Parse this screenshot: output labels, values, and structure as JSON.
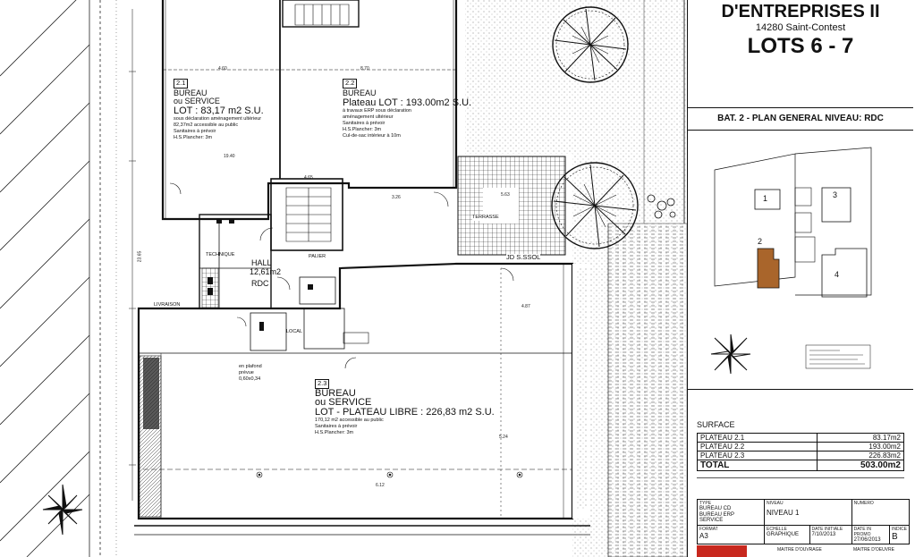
{
  "title_block": {
    "title_line1": "D'ENTREPRISES II",
    "title_line2": "14280 Saint-Contest",
    "title_line3": "LOTS 6 - 7",
    "drawing_title": "BAT. 2 - PLAN GENERAL NIVEAU: RDC",
    "site_plan_labels": [
      "1",
      "2",
      "3",
      "4"
    ],
    "surface_heading": "SURFACE",
    "surface_rows": [
      {
        "name": "PLATEAU 2.1",
        "value": "83.17m2"
      },
      {
        "name": "PLATEAU 2.2",
        "value": "193.00m2"
      },
      {
        "name": "PLATEAU 2.3",
        "value": "226.83m2"
      }
    ],
    "surface_total": {
      "name": "TOTAL",
      "value": "503.00m2"
    },
    "type_header": "TYPE",
    "type_values": [
      "BUREAU CD",
      "BUREAU ERP",
      "SERVICE"
    ],
    "niveau_header": "NIVEAU",
    "niveau_value": "NIVEAU 1",
    "numero_header": "NUMERO",
    "format_header": "FORMAT",
    "format_value": "A3",
    "echelle_header": "ECHELLE",
    "echelle_value": "GRAPHIQUE",
    "date_initiale_header": "DATE INITIALE",
    "date_initiale_value": "7/10/2013",
    "date_modif_header": "DATE IN PROMO",
    "date_modif_value": "27/06/2013",
    "indice_header": "INDICE",
    "indice_value": "B",
    "maitre_label": "MAITRE D'OUVRAGE",
    "maitre2_label": "MAITRE D'OEUVRE"
  },
  "plan": {
    "lot21": {
      "num": "2.1",
      "l1": "BUREAU",
      "l2": "ou SERVICE",
      "l3": "LOT : 83,17 m2 S.U.",
      "l4": "sous déclaration aménagement ultérieur",
      "l5": "82,37m2 accessible au public",
      "l6": "Sanitaires à prévoir",
      "l7": "H.S.Plancher: 3m"
    },
    "lot22": {
      "num": "2.2",
      "l1": "BUREAU",
      "l2": "Plateau LOT : 193.00m2 S.U.",
      "l3": "à travaux ERP sous déclaration",
      "l4": "aménagement ultérieur",
      "l5": "Sanitaires à prévoir",
      "l6": "H.S.Plancher: 3m",
      "l7": "Cul-de-sac intérieur à 10m"
    },
    "lot23": {
      "num": "2.3",
      "l1": "BUREAU",
      "l2": "ou SERVICE",
      "l3": "LOT - PLATEAU LIBRE : 226,83  m2 S.U.",
      "l4": "170,12 m2 accessible au public",
      "l5": "Sanitaires à prévoir",
      "l6": "H.S.Plancher: 3m"
    },
    "hall_l1": "HALL",
    "hall_l2": "12,61m2",
    "hall_l3": "RDC",
    "palier": "PALIER",
    "terrasse": "TERRASSE",
    "js_ssol": "JD S.SSOL",
    "local": "LOCAL",
    "technique": "TECHNIQUE",
    "plafond_l1": "en plafond",
    "plafond_l2": "prévue",
    "plafond_l3": "0,60x0,34",
    "livraison": "LIVRAISON",
    "dims": [
      "8.70",
      "4.60",
      "4.87",
      "5.63",
      "3.26",
      "5.24",
      "6.12",
      "23.65",
      "19.40",
      "4.65"
    ]
  }
}
